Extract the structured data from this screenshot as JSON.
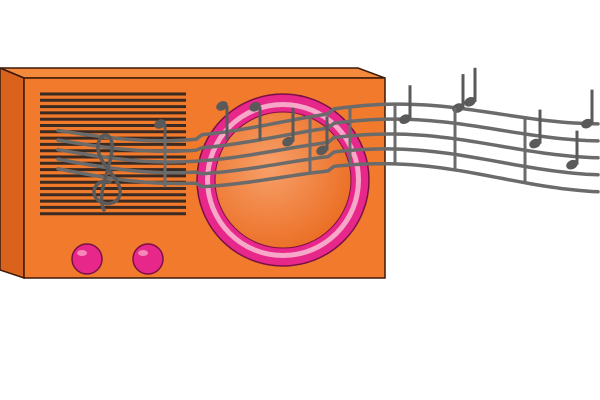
{
  "illustration": {
    "subject": "radio-playing-music",
    "colors": {
      "background": "#ffffff",
      "radio_front": "#f27a2c",
      "radio_top": "#f58a3c",
      "radio_side": "#d9621c",
      "outline": "#3a1a0a",
      "grille_lines": "#3b2a22",
      "speaker_ring": "#e8278a",
      "speaker_ring_inner": "#f7a8c9",
      "knob": "#e8278a",
      "music_staff": "#6b6b6b",
      "music_notes": "#5a5a5a"
    },
    "icons": [
      "radio-icon",
      "speaker-icon",
      "music-note-icon",
      "treble-clef-icon"
    ],
    "knob_count": 2,
    "grille_line_count": 20
  }
}
